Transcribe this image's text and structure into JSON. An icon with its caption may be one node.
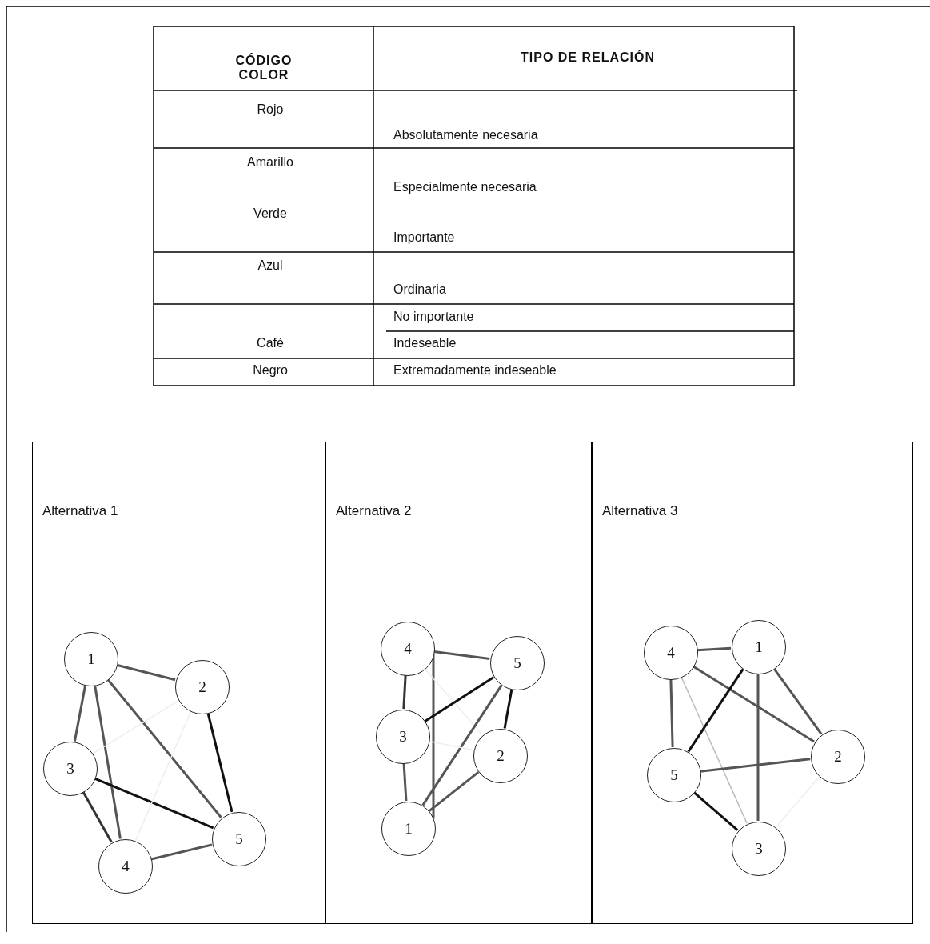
{
  "diagram": {
    "nodes": [
      {
        "text": [
          "Alternativa 1"
        ]
      },
      {
        "text": [
          "1"
        ],
        "in": 0
      },
      {
        "text": [
          "2"
        ],
        "in": 0
      },
      {
        "text": [
          "3"
        ],
        "in": 0
      },
      {
        "text": [
          "4"
        ],
        "in": 0
      },
      {
        "text": [
          "5"
        ],
        "in": 0
      },
      {
        "text": [
          "Alternativa 2"
        ]
      },
      {
        "text": [
          "1"
        ],
        "in": 6
      },
      {
        "text": [
          "2"
        ],
        "in": 6
      },
      {
        "text": [
          "3"
        ],
        "in": 6
      },
      {
        "text": [
          "4"
        ],
        "in": 6
      },
      {
        "text": [
          "5"
        ],
        "in": 6
      },
      {
        "text": [
          "Alternativa 3"
        ]
      },
      {
        "text": [
          "1"
        ],
        "in": 12
      },
      {
        "text": [
          "2"
        ],
        "in": 12
      },
      {
        "text": [
          "3"
        ],
        "in": 12
      },
      {
        "text": [
          "4"
        ],
        "in": 12
      },
      {
        "text": [
          "5"
        ],
        "in": 12
      }
    ],
    "edges": [
      {
        "from": 1,
        "to": 2,
        "arrow": "none"
      },
      {
        "from": 1,
        "to": 3,
        "arrow": "none"
      },
      {
        "from": 1,
        "to": 4,
        "arrow": "none"
      },
      {
        "from": 1,
        "to": 5,
        "arrow": "none"
      },
      {
        "from": 2,
        "to": 5,
        "arrow": "none",
        "color": "#111111"
      },
      {
        "from": 3,
        "to": 5,
        "arrow": "none",
        "color": "#111111"
      },
      {
        "from": 3,
        "to": 4,
        "arrow": "none",
        "color": "#333333"
      },
      {
        "from": 4,
        "to": 5,
        "arrow": "none"
      },
      {
        "from": 2,
        "to": 3,
        "arrow": "none",
        "color": "#eeeeee"
      },
      {
        "from": 2,
        "to": 4,
        "arrow": "none",
        "color": "#eeeeee"
      },
      {
        "from": 10,
        "to": 11,
        "arrow": "none"
      },
      {
        "from": 10,
        "to": 9,
        "arrow": "none",
        "color": "#333333"
      },
      {
        "from": 10,
        "to": 7,
        "arrow": "none"
      },
      {
        "from": 10,
        "to": 8,
        "arrow": "none",
        "color": "#eeeeee"
      },
      {
        "from": 9,
        "to": 11,
        "arrow": "none",
        "color": "#111111"
      },
      {
        "from": 11,
        "to": 7,
        "arrow": "none"
      },
      {
        "from": 11,
        "to": 8,
        "arrow": "none",
        "color": "#111111"
      },
      {
        "from": 9,
        "to": 7,
        "arrow": "none"
      },
      {
        "from": 7,
        "to": 8,
        "arrow": "none"
      },
      {
        "from": 9,
        "to": 8,
        "arrow": "none",
        "color": "#eeeeee"
      },
      {
        "from": 16,
        "to": 13,
        "arrow": "none"
      },
      {
        "from": 16,
        "to": 17,
        "arrow": "none"
      },
      {
        "from": 16,
        "to": 14,
        "arrow": "none"
      },
      {
        "from": 16,
        "to": 15,
        "arrow": "none",
        "color": "#bbbbbb"
      },
      {
        "from": 13,
        "to": 17,
        "arrow": "none",
        "color": "#111111"
      },
      {
        "from": 13,
        "to": 15,
        "arrow": "none"
      },
      {
        "from": 13,
        "to": 14,
        "arrow": "none"
      },
      {
        "from": 17,
        "to": 14,
        "arrow": "none"
      },
      {
        "from": 17,
        "to": 15,
        "arrow": "none",
        "color": "#111111"
      },
      {
        "from": 14,
        "to": 15,
        "arrow": "none",
        "color": "#eeeeee"
      }
    ],
    "labels": [
      "CÓDIGO COLOR",
      "TIPO DE RELACIÓN",
      "Rojo",
      "Absolutamente necesaria",
      "Amarillo",
      "Especialmente necesaria",
      "Verde",
      "Importante",
      "Azul",
      "Ordinaria",
      "No importante",
      "Café",
      "Indeseable",
      "Negro",
      "Extremadamente indeseable"
    ]
  }
}
